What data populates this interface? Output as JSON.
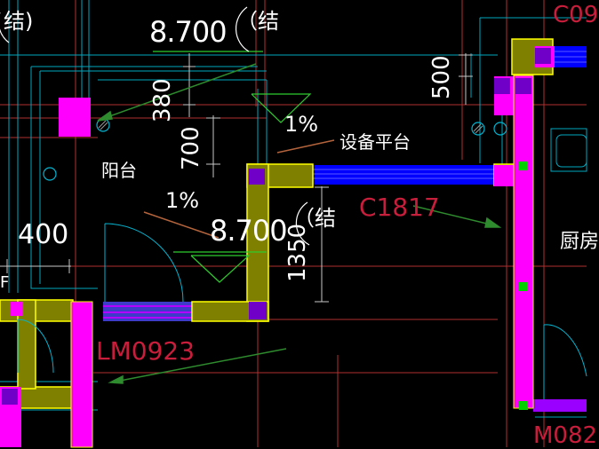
{
  "drawing": {
    "elevations": {
      "top": "8.700",
      "mid": "8.700"
    },
    "structural_marks": {
      "top_left": "结)",
      "top_center": "（结",
      "mid": "（结"
    },
    "dimensions": {
      "d380": "380",
      "d500": "500",
      "d700": "700",
      "d400": "400",
      "d1350": "1350"
    },
    "slopes": {
      "upper": "1%",
      "lower": "1%"
    },
    "rooms": {
      "balcony": "阳台",
      "equipment_platform": "设备平台",
      "kitchen": "厨房"
    },
    "tags": {
      "window_c1817": "C1817",
      "door_lm0923": "LM0923",
      "window_c09_partial": "C09",
      "door_m082_partial": "M082",
      "edge_f": "F"
    },
    "colors": {
      "background": "#000000",
      "wall_fill": "#808000",
      "wall_edge": "#ffff00",
      "column": "#ff00ff",
      "window": "#0000ff",
      "window_line": "#5a5aff",
      "cyan_line": "#00a8c0",
      "grid_red": "#b03030",
      "leader_green": "#2e8b2e",
      "slope_brown": "#b4643c",
      "tag_red": "#c81e3c",
      "door_arc": "#00b4d0",
      "node_green": "#00d000"
    }
  }
}
